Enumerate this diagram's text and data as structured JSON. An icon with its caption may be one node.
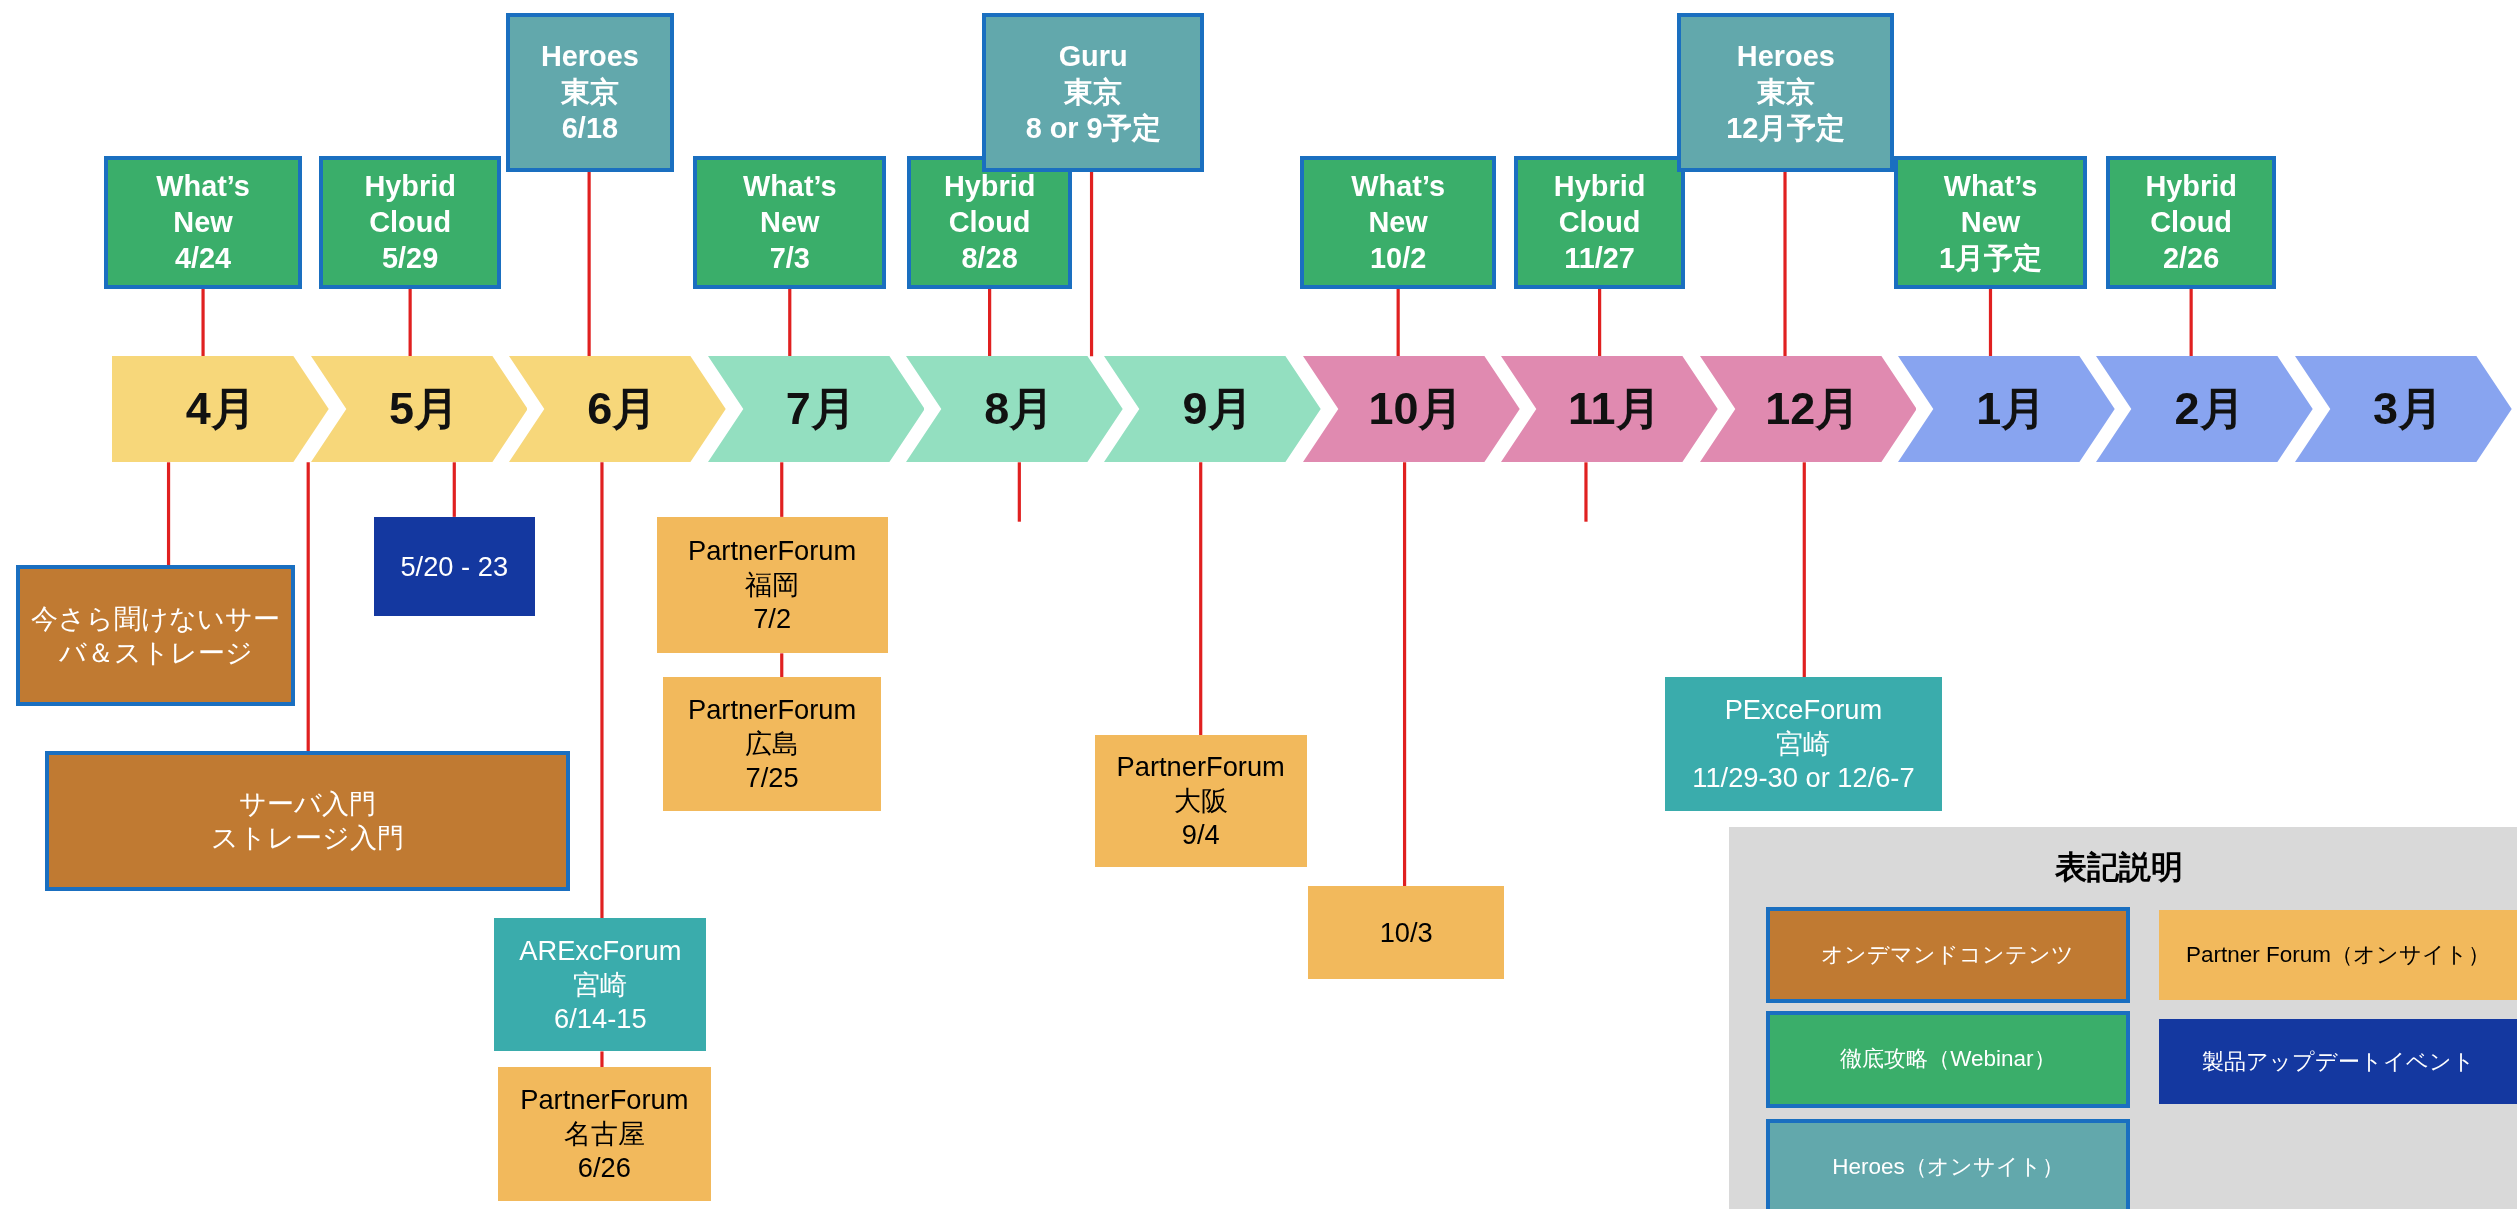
{
  "diagram": {
    "nodes": [
      {
        "text": [
          "What’s New 4/24"
        ]
      },
      {
        "text": [
          "Hybrid Cloud 5/29"
        ]
      },
      {
        "text": [
          "Heroes 東京 6/18"
        ]
      },
      {
        "text": [
          "What’s New 7/3"
        ]
      },
      {
        "text": [
          "Hybrid Cloud 8/28"
        ]
      },
      {
        "text": [
          "Guru 東京 8 or 9予定"
        ]
      },
      {
        "text": [
          "What’s New 10/2"
        ]
      },
      {
        "text": [
          "Hybrid Cloud 11/27"
        ]
      },
      {
        "text": [
          "Heroes 東京 12月予定"
        ]
      },
      {
        "text": [
          "What’s New 1月予定"
        ]
      },
      {
        "text": [
          "Hybrid Cloud 2/26"
        ]
      },
      {
        "text": [
          "4月"
        ]
      },
      {
        "text": [
          "5月"
        ]
      },
      {
        "text": [
          "6月"
        ]
      },
      {
        "text": [
          "7月"
        ]
      },
      {
        "text": [
          "8月"
        ]
      },
      {
        "text": [
          "9月"
        ]
      },
      {
        "text": [
          "10月"
        ]
      },
      {
        "text": [
          "11月"
        ]
      },
      {
        "text": [
          "12月"
        ]
      },
      {
        "text": [
          "1月"
        ]
      },
      {
        "text": [
          "2月"
        ]
      },
      {
        "text": [
          "3月"
        ]
      },
      {
        "text": [
          "今さら聞けないサーバ＆ストレージ"
        ]
      },
      {
        "text": [
          "サーバ入門",
          "ストレージ入門"
        ]
      },
      {
        "text": [
          "5/20 - 23"
        ]
      },
      {
        "text": [
          "PartnerForum 福岡 7/2"
        ]
      },
      {
        "text": [
          "PartnerForum 広島 7/25"
        ]
      },
      {
        "text": [
          "ARExcForum 宮崎 6/14-15"
        ]
      },
      {
        "text": [
          "PartnerForum 名古屋 6/26"
        ]
      },
      {
        "text": [
          "PartnerForum 大阪 9/4"
        ]
      },
      {
        "text": [
          "10/3"
        ]
      },
      {
        "text": [
          "PExceForum 宮崎 11/29-30 or 12/6-7"
        ]
      }
    ],
    "edges": [
      {
        "from": 0,
        "to": 11,
        "arrow": "none"
      },
      {
        "from": 1,
        "to": 12,
        "arrow": "none"
      },
      {
        "from": 2,
        "to": 13,
        "arrow": "none"
      },
      {
        "from": 3,
        "to": 14,
        "arrow": "none"
      },
      {
        "from": 4,
        "to": 15,
        "arrow": "none"
      },
      {
        "from": 5,
        "to": 15,
        "arrow": "none"
      },
      {
        "from": 6,
        "to": 17,
        "arrow": "none"
      },
      {
        "from": 7,
        "to": 18,
        "arrow": "none"
      },
      {
        "from": 8,
        "to": 19,
        "arrow": "none"
      },
      {
        "from": 9,
        "to": 20,
        "arrow": "none"
      },
      {
        "from": 10,
        "to": 21,
        "arrow": "none"
      },
      {
        "from": 11,
        "to": 23,
        "arrow": "none"
      },
      {
        "from": 11,
        "to": 24,
        "arrow": "none"
      },
      {
        "from": 12,
        "to": 25,
        "arrow": "none"
      },
      {
        "from": 13,
        "to": 28,
        "arrow": "none"
      },
      {
        "from": 28,
        "to": 29,
        "arrow": "none"
      },
      {
        "from": 14,
        "to": 26,
        "arrow": "none"
      },
      {
        "from": 26,
        "to": 27,
        "arrow": "none"
      },
      {
        "from": 15,
        "to": null,
        "arrow": "none"
      },
      {
        "from": 16,
        "to": 30,
        "arrow": "none"
      },
      {
        "from": 17,
        "to": 31,
        "arrow": "none"
      },
      {
        "from": 18,
        "to": null,
        "arrow": "none"
      },
      {
        "from": 19,
        "to": 32,
        "arrow": "none"
      }
    ],
    "labels": [
      "表記説明"
    ],
    "legend": [
      {
        "text": "オンデマンドコンテンツ",
        "color": "#c07a32"
      },
      {
        "text": "Partner Forum（オンサイト）",
        "color": "#f2b95c"
      },
      {
        "text": "徹底攻略（Webinar）",
        "color": "#3aae6a"
      },
      {
        "text": "製品アップデートイベント",
        "color": "#1438a0"
      },
      {
        "text": "Heroes（オンサイト）",
        "color": "#62a8ac"
      }
    ]
  }
}
